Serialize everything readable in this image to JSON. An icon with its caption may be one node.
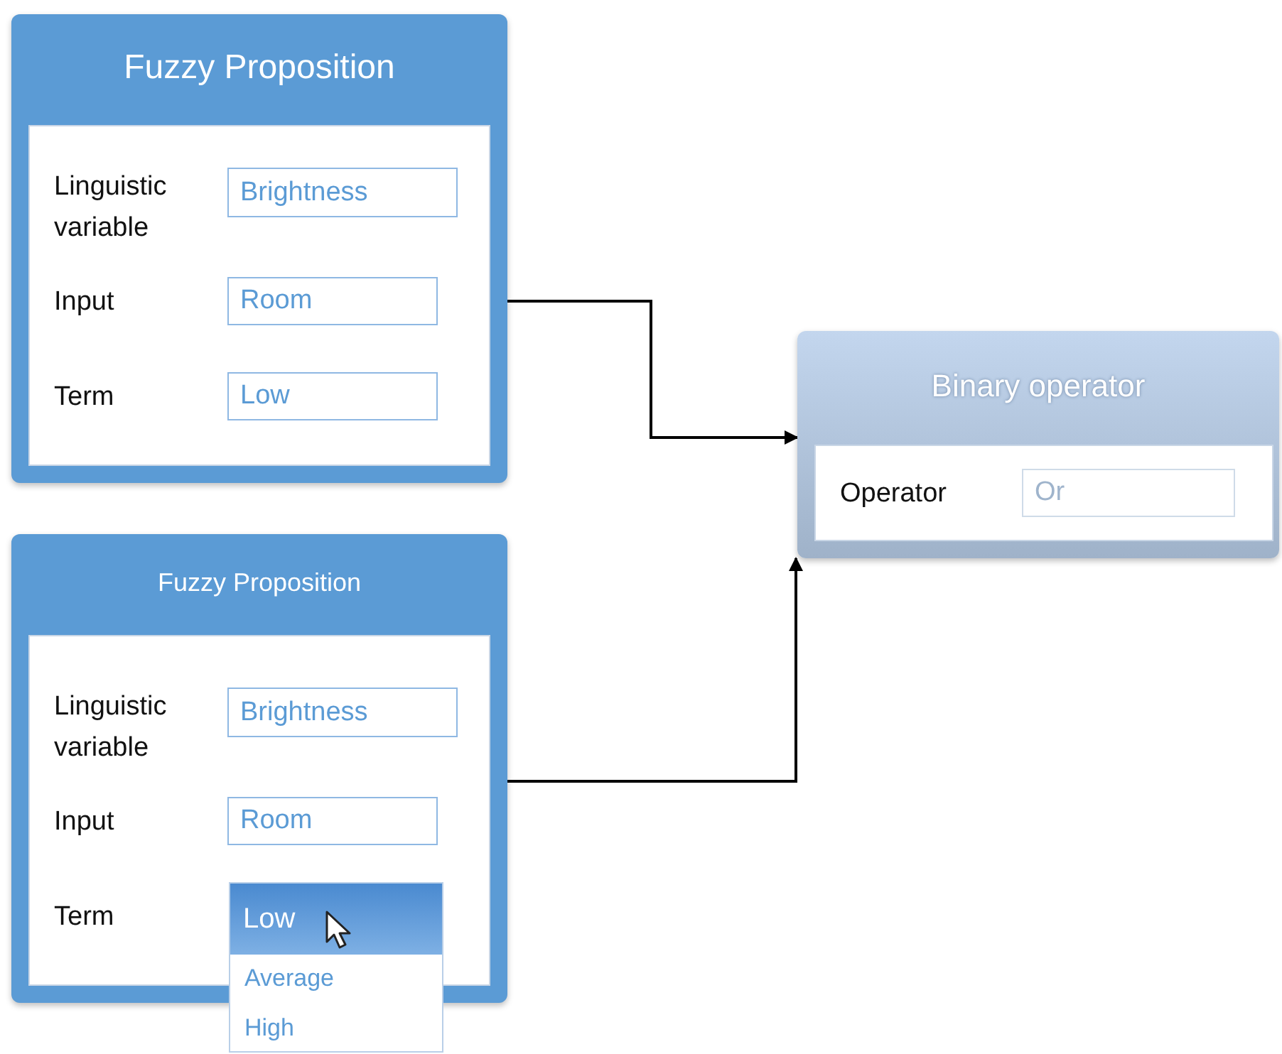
{
  "diagram": {
    "nodes": [
      {
        "text": [
          "Fuzzy Proposition",
          "Linguistic variable",
          "Input",
          "Term"
        ]
      },
      {
        "text": [
          "Brightness"
        ],
        "in": 0
      },
      {
        "text": [
          "Room"
        ],
        "in": 0
      },
      {
        "text": [
          "Low"
        ],
        "in": 0
      },
      {
        "text": [
          "Binary operator",
          "Operator"
        ]
      },
      {
        "text": [
          "Or"
        ],
        "in": 4
      },
      {
        "text": [
          "Fuzzy Proposition",
          "Linguistic variable",
          "Input",
          "Term"
        ]
      },
      {
        "text": [
          "Brightness"
        ],
        "in": 6
      },
      {
        "text": [
          "Room"
        ],
        "in": 6
      },
      {
        "text": [
          "Low",
          "Average",
          "High"
        ]
      }
    ],
    "edges": [
      {
        "from": 0,
        "to": 4,
        "arrow": "to"
      },
      {
        "from": 6,
        "to": 4,
        "arrow": "to"
      }
    ]
  }
}
